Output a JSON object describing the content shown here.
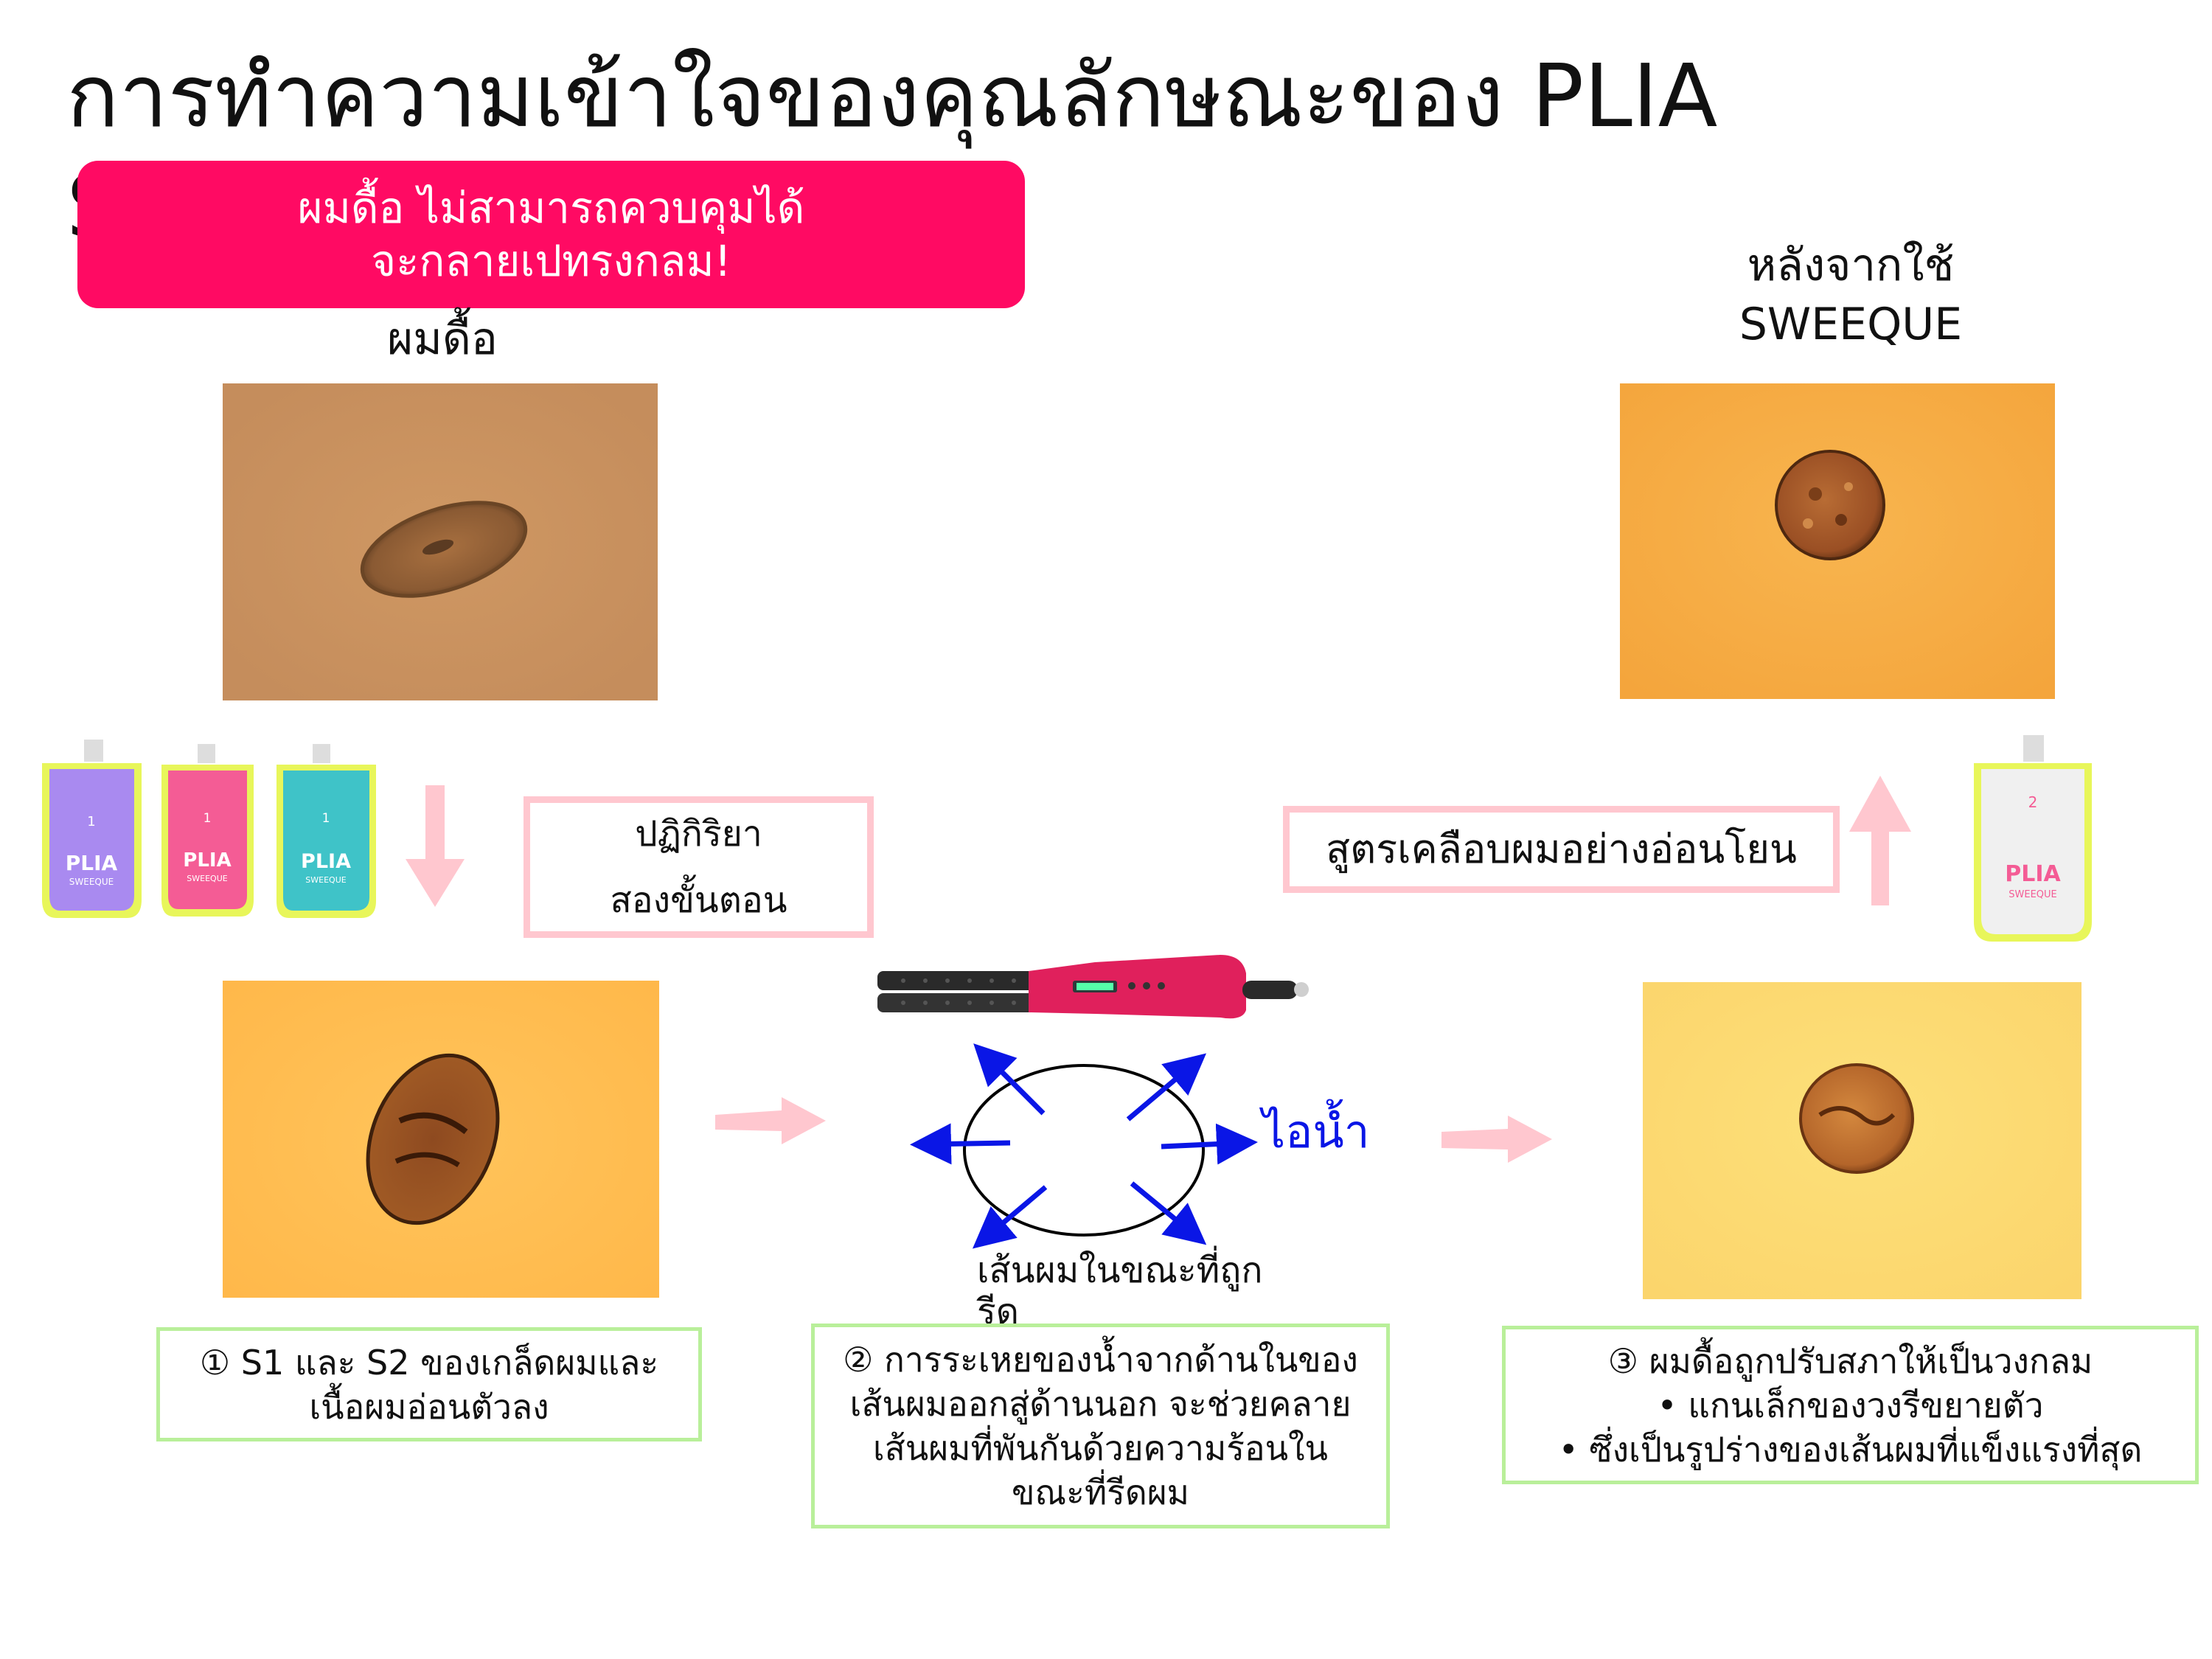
{
  "title": {
    "line1": "การทำความเข้าใจของคุณลักษณะของ PLIA",
    "line2": "S"
  },
  "banner": {
    "line1": "ผมดื้อ ไม่สามารถควบคุมได้",
    "line2": "จะกลายเปทรงกลม!"
  },
  "left_label": "ผมดื้อ",
  "right_label": {
    "line1": "หลังจากใช้",
    "line2": "SWEEQUE"
  },
  "reaction_box": {
    "line1": "ปฏิกิริยา",
    "line2": "สองขั้นตอน"
  },
  "coating_box": "สูตรเคลือบผมอย่างอ่อนโยน",
  "steam_label": "ไอน้ำ",
  "hair_ironing_label": {
    "line1": "เส้นผมในขณะที่ถูก",
    "line2": "รีด"
  },
  "products_left": [
    {
      "number": "1",
      "name": "PLIA",
      "sub": "SWEEQUE",
      "color": "#a98af0"
    },
    {
      "number": "1",
      "name": "PLIA",
      "sub": "SWEEQUE",
      "color": "#f45c95"
    },
    {
      "number": "1",
      "name": "PLIA",
      "sub": "SWEEQUE",
      "color": "#3fc3c8"
    }
  ],
  "product_right": {
    "number": "2",
    "name": "PLIA",
    "sub": "SWEEQUE",
    "color": "#f0f0f0"
  },
  "steps": [
    {
      "lines": [
        "① S1 และ S2 ของเกล็ดผมและ",
        "เนื้อผมอ่อนตัวลง"
      ]
    },
    {
      "lines": [
        "② การระเหยของน้ำจากด้านในของ",
        "เส้นผมออกสู่ด้านนอก จะช่วยคลาย",
        "เส้นผมที่พันกันด้วยความร้อนใน",
        "ขณะที่รีดผม"
      ]
    },
    {
      "lines": [
        "③ ผมดื้อถูกปรับสภาให้เป็นวงกลม",
        "• แกนเล็กของวงรีขยายตัว",
        "• ซึ่งเป็นรูปร่างของเส้นผมที่แข็งแรงที่สุด"
      ]
    }
  ],
  "colors": {
    "banner": "#ff0a63",
    "pink_arrow": "#ffc7cf",
    "blue_arrow": "#0a16e6",
    "green_border": "#b9ef9a"
  }
}
